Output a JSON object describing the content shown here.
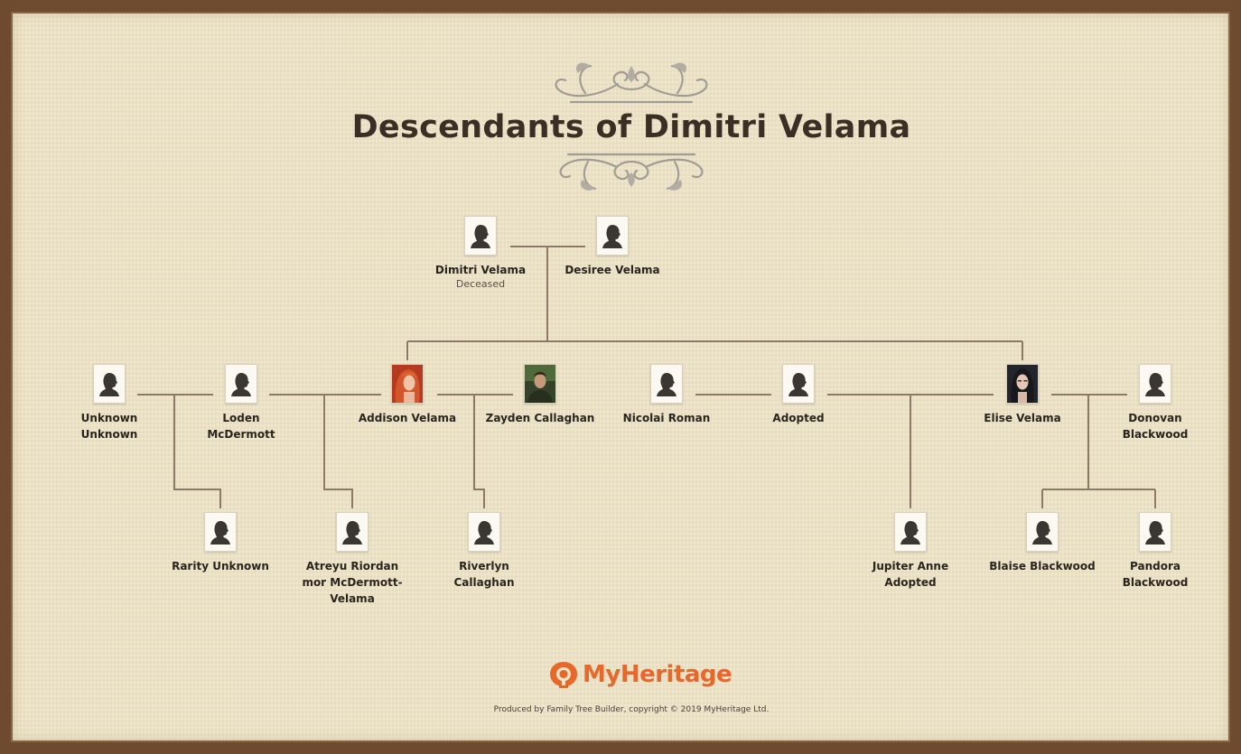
{
  "title": "Descendants of Dimitri Velama",
  "colors": {
    "line": "#8b7a66",
    "title": "#3b2f25",
    "brand": "#e8672a",
    "frame": "#6e4b2e",
    "paper": "#efe5c8"
  },
  "people": {
    "dimitri": {
      "name": "Dimitri Velama",
      "status": "Deceased",
      "icon": "silhouette-icon"
    },
    "desiree": {
      "name": "Desiree Velama",
      "icon": "silhouette-icon"
    },
    "unknown": {
      "name": "Unknown\nUnknown",
      "icon": "silhouette-icon"
    },
    "loden": {
      "name": "Loden\nMcDermott",
      "icon": "silhouette-icon"
    },
    "addison": {
      "name": "Addison Velama",
      "icon": "portrait-red-hair"
    },
    "zayden": {
      "name": "Zayden Callaghan",
      "icon": "portrait-green"
    },
    "nicolai": {
      "name": "Nicolai Roman",
      "icon": "silhouette-icon"
    },
    "adopted": {
      "name": "Adopted",
      "icon": "silhouette-icon"
    },
    "elise": {
      "name": "Elise Velama",
      "icon": "portrait-dark-hair"
    },
    "donovan": {
      "name": "Donovan\nBlackwood",
      "icon": "silhouette-icon"
    },
    "rarity": {
      "name": "Rarity Unknown",
      "icon": "silhouette-icon"
    },
    "atreyu": {
      "name": "Atreyu Riordan\nmor McDermott-\nVelama",
      "icon": "silhouette-icon"
    },
    "riverlyn": {
      "name": "Riverlyn\nCallaghan",
      "icon": "silhouette-icon"
    },
    "jupiter": {
      "name": "Jupiter Anne\nAdopted",
      "icon": "silhouette-icon"
    },
    "blaise": {
      "name": "Blaise Blackwood",
      "icon": "silhouette-icon"
    },
    "pandora": {
      "name": "Pandora\nBlackwood",
      "icon": "silhouette-icon"
    }
  },
  "brand": {
    "name": "MyHeritage",
    "icon": "myheritage-logo-icon"
  },
  "footer": "Produced by  Family Tree  Builder, copyright © 2019 MyHeritage Ltd."
}
